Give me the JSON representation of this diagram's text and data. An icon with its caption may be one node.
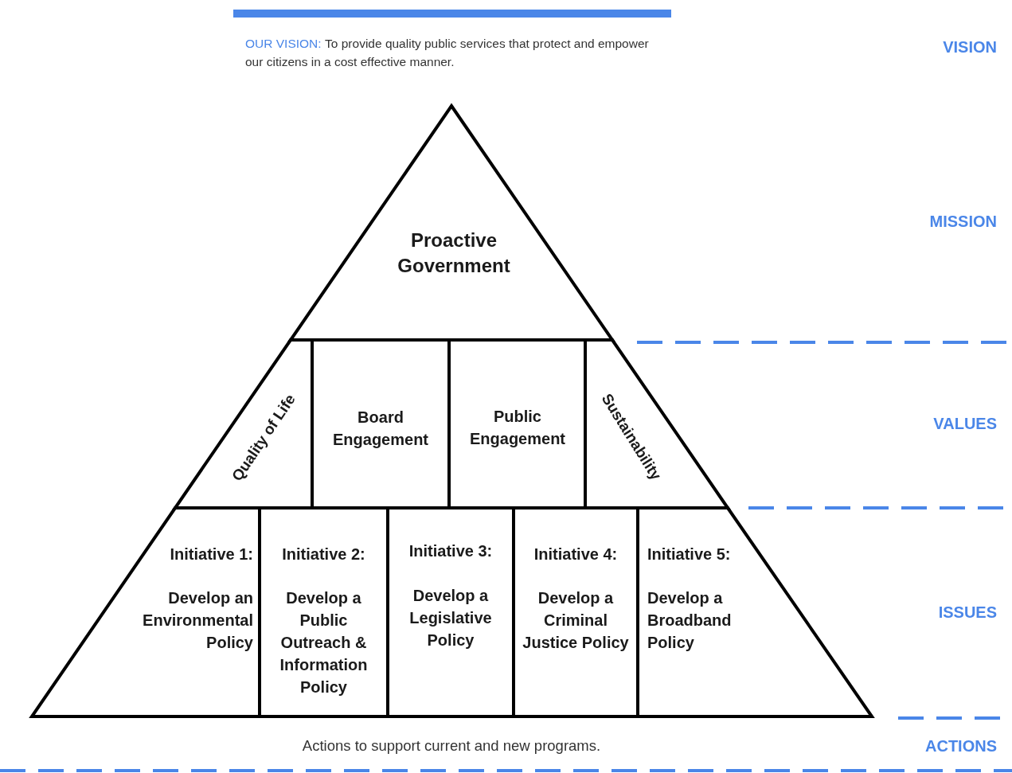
{
  "diagram": {
    "nodes": [
      {
        "text": [
          "Proactive Government"
        ]
      },
      {
        "text": [
          "Quality of Life"
        ]
      },
      {
        "text": [
          "Board Engagement"
        ]
      },
      {
        "text": [
          "Public Engagement"
        ]
      },
      {
        "text": [
          "Sustainability"
        ]
      },
      {
        "text": [
          "Initiative 1:",
          "Develop an Environmental Policy"
        ]
      },
      {
        "text": [
          "Initiative 2:",
          "Develop a Public Outreach & Information Policy"
        ]
      },
      {
        "text": [
          "Initiative 3:",
          "Develop a Legislative Policy"
        ]
      },
      {
        "text": [
          "Initiative 4:",
          "Develop a Criminal Justice Policy"
        ]
      },
      {
        "text": [
          "Initiative 5:",
          "Develop a Broadband Policy"
        ]
      }
    ],
    "labels": [
      "OUR VISION:",
      "To provide quality public services that protect and empower our citizens in a cost effective manner.",
      "VISION",
      "MISSION",
      "VALUES",
      "ISSUES",
      "Actions to support current and new programs.",
      "ACTIONS"
    ]
  }
}
